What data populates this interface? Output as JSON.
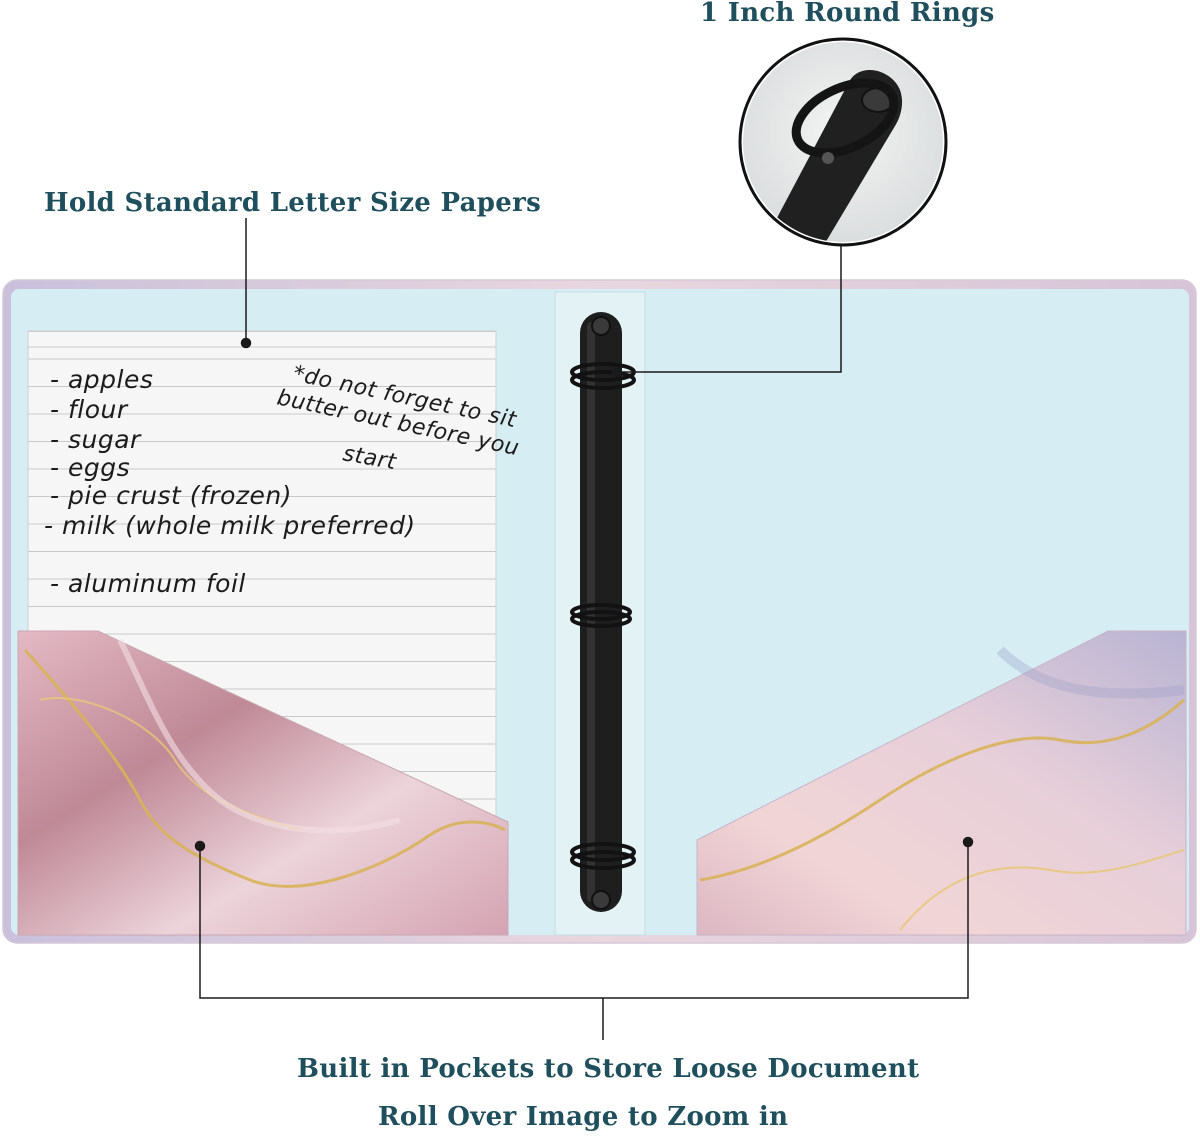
{
  "callouts": {
    "rings": "1 Inch Round Rings",
    "paper": "Hold Standard Letter Size Papers",
    "pockets": "Built in Pockets to Store Loose Document",
    "zoom": "Roll Over Image to Zoom in"
  },
  "note": {
    "list": [
      "- apples",
      "- flour",
      "- sugar",
      "- eggs",
      "- pie crust (frozen)",
      "- milk (whole milk preferred)",
      "- aluminum foil"
    ],
    "reminder": [
      "*do not forget to sit",
      "butter out before you",
      "start"
    ]
  },
  "colors": {
    "callout_text": "#1f4f5c",
    "binder_interior": "#d5edf3",
    "ring_mechanism": "#1e1e1e",
    "pocket_marble": "#d9a9b4",
    "gold_vein": "#d8b25a"
  }
}
